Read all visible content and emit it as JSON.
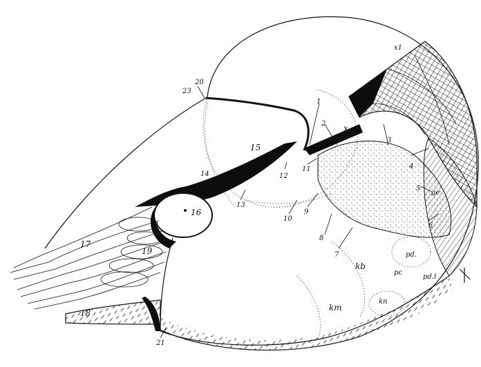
{
  "diagram": {
    "labels": {
      "l1": "1",
      "l2": "2",
      "l3": "3",
      "l4": "4",
      "l5": "5",
      "l6": "6",
      "l7": "7",
      "l8": "8",
      "l9": "9",
      "l10": "10",
      "l11": "11",
      "l12": "12",
      "l13": "13",
      "l14": "14",
      "l15": "15",
      "l16": "16",
      "l17": "17",
      "l18": "18",
      "l19": "19",
      "l20": "20",
      "l21": "21",
      "l23": "23",
      "x": "x",
      "x1": "x1",
      "ge": "ge",
      "pd": "pd.",
      "pc": "pc",
      "pdl": "pd.l",
      "kb": "kb",
      "km": "km",
      "kn": "kn"
    }
  }
}
